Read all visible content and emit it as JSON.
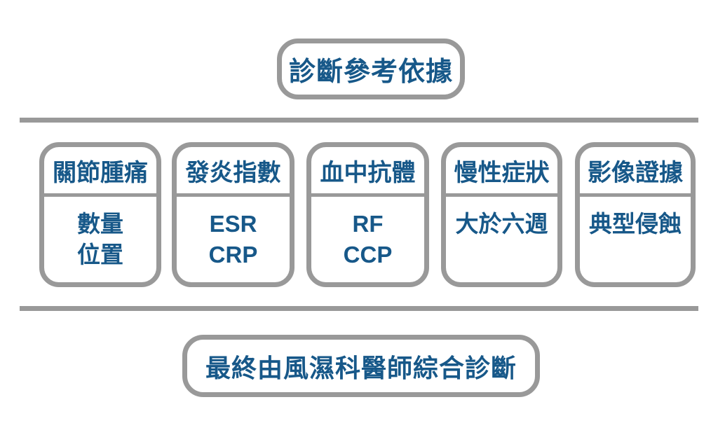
{
  "diagram": {
    "title": "診斷參考依據",
    "footer": "最終由風濕科醫師綜合診斷",
    "cards": [
      {
        "header": "關節腫痛",
        "lines": [
          "數量",
          "位置"
        ]
      },
      {
        "header": "發炎指數",
        "lines": [
          "ESR",
          "CRP"
        ]
      },
      {
        "header": "血中抗體",
        "lines": [
          "RF",
          "CCP"
        ]
      },
      {
        "header": "慢性症狀",
        "lines": [
          "大於六週"
        ]
      },
      {
        "header": "影像證據",
        "lines": [
          "典型侵蝕"
        ]
      }
    ],
    "colors": {
      "text": "#175889",
      "border": "#999999"
    }
  }
}
